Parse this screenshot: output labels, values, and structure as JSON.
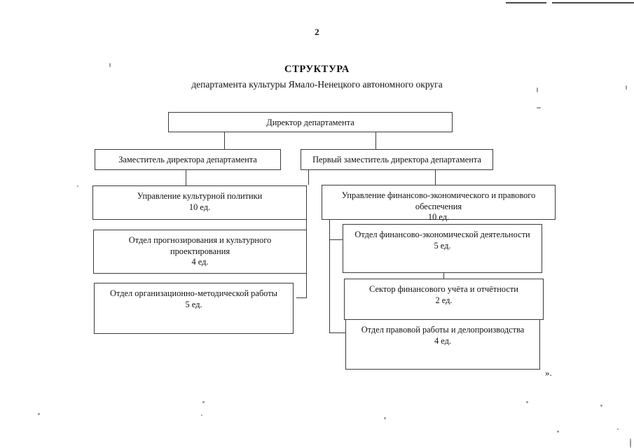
{
  "page": {
    "number": "2",
    "closing_mark": "»."
  },
  "title": {
    "main": "СТРУКТУРА",
    "sub": "департамента культуры Ямало-Ненецкого автономного округа"
  },
  "chart_data": {
    "type": "diagram",
    "title": "СТРУКТУРА департамента культуры Ямало-Ненецкого автономного округа",
    "nodes": [
      {
        "id": "director",
        "label": "Директор департамента",
        "staff": "",
        "level": 0
      },
      {
        "id": "deputy-director",
        "label": "Заместитель директора департамента",
        "staff": "",
        "level": 1
      },
      {
        "id": "first-deputy-director",
        "label": "Первый заместитель директора департамента",
        "staff": "",
        "level": 1
      },
      {
        "id": "culture-policy-dept",
        "label": "Управление культурной политики",
        "staff": "10 ед.",
        "level": 2
      },
      {
        "id": "finance-legal-dept",
        "label_line1": "Управление финансово-экономического и правового",
        "label_line2": "обеспечения",
        "staff": "10 ед.",
        "level": 2
      },
      {
        "id": "forecasting-division",
        "label_line1": "Отдел прогнозирования и культурного",
        "label_line2": "проектирования",
        "staff": "4 ед.",
        "level": 3
      },
      {
        "id": "org-method-division",
        "label": "Отдел организационно-методической работы",
        "staff": "5 ед.",
        "level": 3
      },
      {
        "id": "finance-activity-division",
        "label": "Отдел финансово-экономической деятельности",
        "staff": "5 ед.",
        "level": 3
      },
      {
        "id": "accounting-sector",
        "label": "Сектор финансового учёта и отчётности",
        "staff": "2 ед.",
        "level": 3
      },
      {
        "id": "legal-records-division",
        "label": "Отдел правовой работы и делопроизводства",
        "staff": "4 ед.",
        "level": 3
      }
    ],
    "edges": [
      {
        "from": "director",
        "to": "deputy-director"
      },
      {
        "from": "director",
        "to": "first-deputy-director"
      },
      {
        "from": "deputy-director",
        "to": "culture-policy-dept"
      },
      {
        "from": "first-deputy-director",
        "to": "finance-legal-dept"
      },
      {
        "from": "culture-policy-dept",
        "to": "forecasting-division"
      },
      {
        "from": "culture-policy-dept",
        "to": "org-method-division"
      },
      {
        "from": "finance-legal-dept",
        "to": "finance-activity-division"
      },
      {
        "from": "finance-activity-division",
        "to": "accounting-sector"
      },
      {
        "from": "finance-legal-dept",
        "to": "legal-records-division"
      }
    ],
    "colors": {
      "box_border": "#3b3b3b",
      "line": "#3b3b3b",
      "text": "#111111",
      "background": "#ffffff"
    }
  }
}
